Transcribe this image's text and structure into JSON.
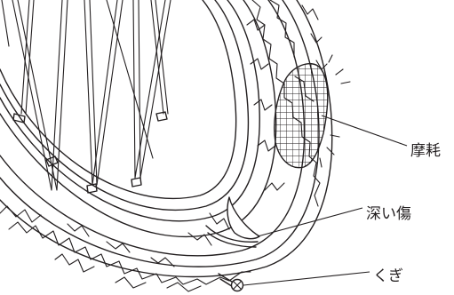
{
  "labels": {
    "wear": "摩耗",
    "deep_cut": "深い傷",
    "nail": "くぎ"
  }
}
